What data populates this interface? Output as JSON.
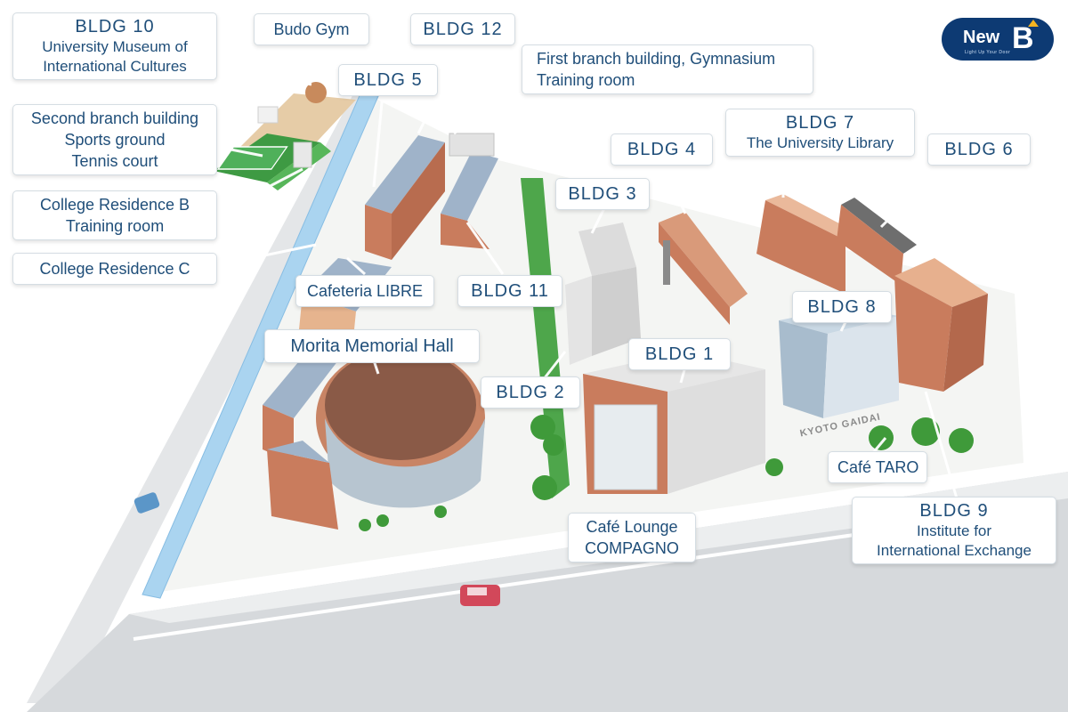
{
  "brand": {
    "word": "New",
    "letter": "B",
    "tagline": "Light Up Your Door"
  },
  "street_sign": "KYOTO GAIDAI",
  "labels": {
    "bldg10": {
      "title": "BLDG 10",
      "lines": [
        "University Museum of",
        "International Cultures"
      ]
    },
    "budo_gym": "Budo Gym",
    "bldg12": "BLDG 12",
    "bldg5": "BLDG 5",
    "first_branch": [
      "First branch building, Gymnasium",
      "Training room"
    ],
    "second_branch": [
      "Second branch building",
      "Sports ground",
      "Tennis court"
    ],
    "residence_b": [
      "College Residence B",
      "Training room"
    ],
    "residence_c": "College Residence C",
    "bldg7": {
      "title": "BLDG 7",
      "lines": [
        "The University Library"
      ]
    },
    "bldg4": "BLDG 4",
    "bldg6": "BLDG 6",
    "bldg3": "BLDG 3",
    "cafeteria_libre": "Cafeteria LIBRE",
    "bldg11": "BLDG 11",
    "bldg8": "BLDG 8",
    "morita_hall": "Morita Memorial Hall",
    "bldg1": "BLDG 1",
    "bldg2": "BLDG 2",
    "cafe_taro": "Café TARO",
    "cafe_lounge": [
      "Café Lounge",
      "COMPAGNO"
    ],
    "bldg9": {
      "title": "BLDG 9",
      "lines": [
        "Institute for",
        "International Exchange"
      ]
    }
  },
  "colors": {
    "label_text": "#1f4e79",
    "brick": "#c97c5d",
    "roof_blue": "#8fa6bf",
    "grass": "#3f9c3f",
    "road": "#dcdfe2",
    "water": "#aad4f0",
    "brand": "#0d3a73"
  }
}
